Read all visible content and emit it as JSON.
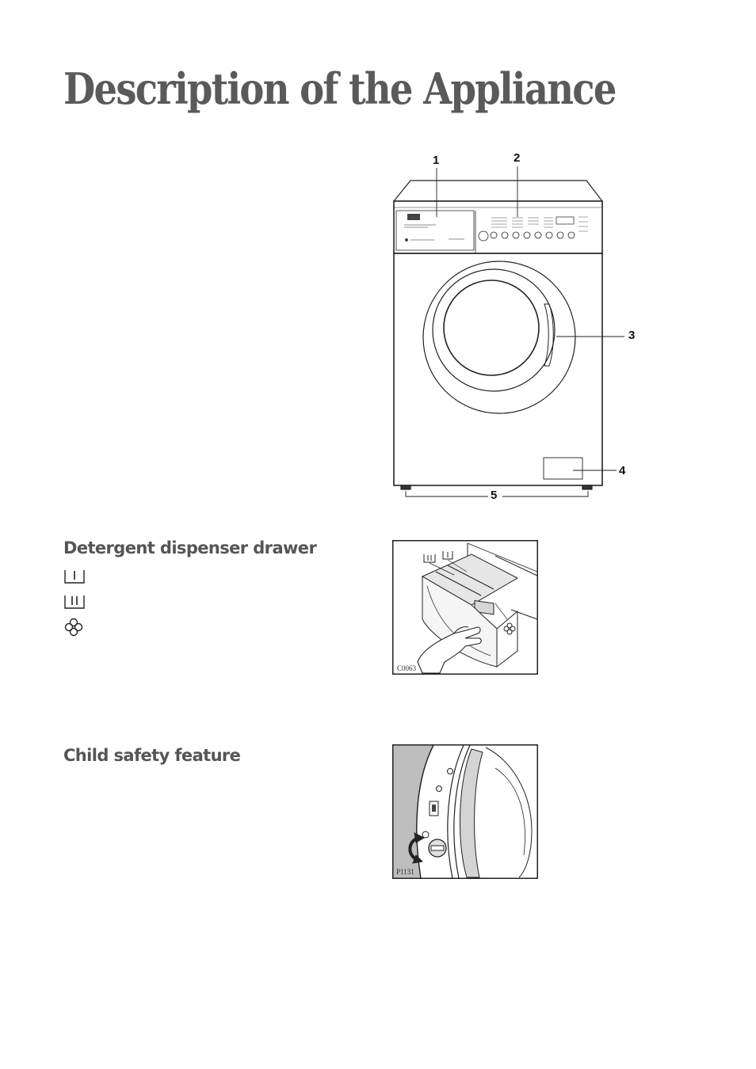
{
  "page": {
    "title": "Description of the Appliance"
  },
  "appliance_figure": {
    "callouts": [
      "1",
      "2",
      "3",
      "4",
      "5"
    ]
  },
  "sections": {
    "detergent": {
      "heading": "Detergent dispenser drawer",
      "symbols": [
        {
          "icon": "compartment-I-icon"
        },
        {
          "icon": "compartment-II-icon"
        },
        {
          "icon": "flower-softener-icon"
        }
      ]
    },
    "child_safety": {
      "heading": "Child safety feature"
    }
  },
  "figures": {
    "drawer": {
      "code": "C0063"
    },
    "child_lock": {
      "code": "P1131"
    }
  },
  "colors": {
    "heading": "#5a5a5a",
    "line": "#222222",
    "shade": "#bdbdbd"
  }
}
